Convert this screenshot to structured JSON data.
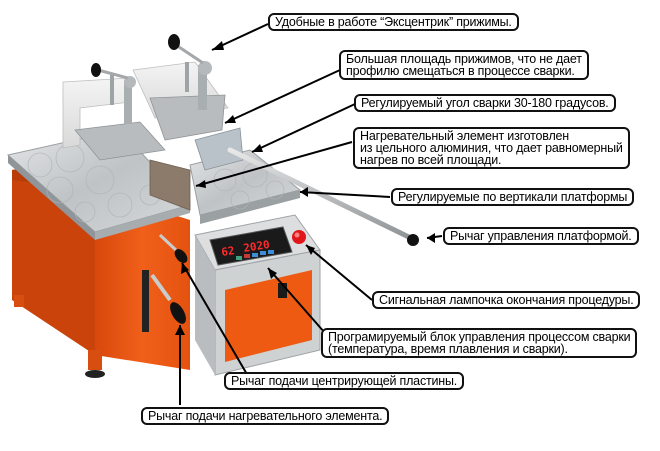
{
  "figure": {
    "subject": "Plastic profile welding machine with labeled components",
    "colors": {
      "body_orange": "#ef5a12",
      "body_orange_dark": "#c9430a",
      "aluminum": "#c9ccce",
      "control_box": "#d8dadb",
      "lamp_red": "#e0161b",
      "lcd_digits": "#ff2a2a",
      "callout_border": "#111111",
      "leader_line": "#000000"
    }
  },
  "display": {
    "left_value": "62",
    "right_value": "2020"
  },
  "callouts": [
    {
      "id": "eccentric-clamps",
      "lines": [
        "Удобные в работе “Эксцентрик” прижимы."
      ]
    },
    {
      "id": "clamp-area",
      "lines": [
        "Большая площадь прижимов, что не дает",
        "профилю смещаться в процессе сварки."
      ]
    },
    {
      "id": "weld-angle",
      "lines": [
        "Регулируемый угол сварки 30-180 градусов."
      ]
    },
    {
      "id": "heating-element",
      "lines": [
        "Нагревательный элемент изготовлен",
        "из цельного алюминия, что дает равномерный",
        "нагрев по всей площади."
      ]
    },
    {
      "id": "vertical-platforms",
      "lines": [
        "Регулируемые по вертикали платформы"
      ]
    },
    {
      "id": "platform-lever",
      "lines": [
        "Рычаг управления платформой."
      ]
    },
    {
      "id": "signal-lamp",
      "lines": [
        "Сигнальная лампочка окончания процедуры."
      ]
    },
    {
      "id": "control-unit",
      "lines": [
        "Програмируемый блок управления процессом сварки",
        "(температура, время плавления и сварки)."
      ]
    },
    {
      "id": "centering-plate-lever",
      "lines": [
        "Рычаг подачи центрирующей пластины."
      ]
    },
    {
      "id": "heater-feed-lever",
      "lines": [
        "Рычаг подачи нагревательного элемента."
      ]
    }
  ]
}
